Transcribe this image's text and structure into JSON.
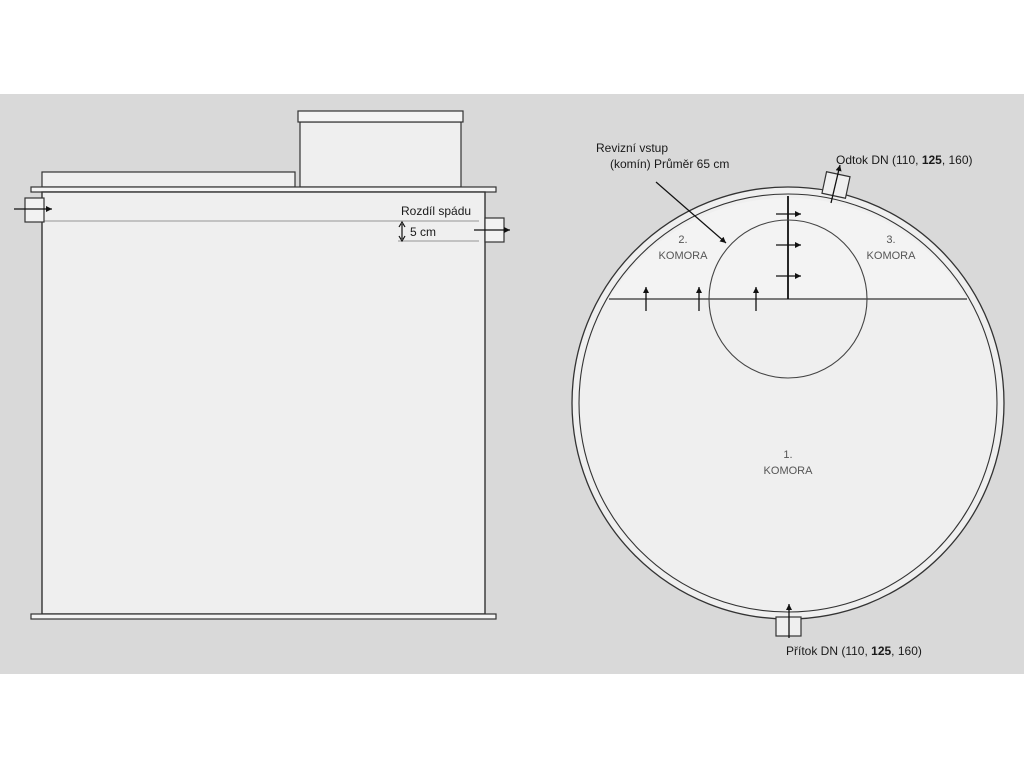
{
  "side_view": {
    "level_difference_label": "Rozdíl spádu",
    "level_difference_value": "5 cm"
  },
  "top_view": {
    "inspection_label_line1": "Revizní vstup",
    "inspection_label_line2": "(komín) Průměr 65 cm",
    "outlet": {
      "prefix": "Odtok DN (110, ",
      "bold": "125",
      "suffix": ", 160)"
    },
    "inlet": {
      "prefix": "Přítok DN (110, ",
      "bold": "125",
      "suffix": ", 160)"
    },
    "chamber_1": {
      "number": "1.",
      "name": "KOMORA"
    },
    "chamber_2": {
      "number": "2.",
      "name": "KOMORA"
    },
    "chamber_3": {
      "number": "3.",
      "name": "KOMORA"
    }
  },
  "colors": {
    "background": "#d9d9d9",
    "tank_fill": "#efefef",
    "outline": "#333333"
  }
}
